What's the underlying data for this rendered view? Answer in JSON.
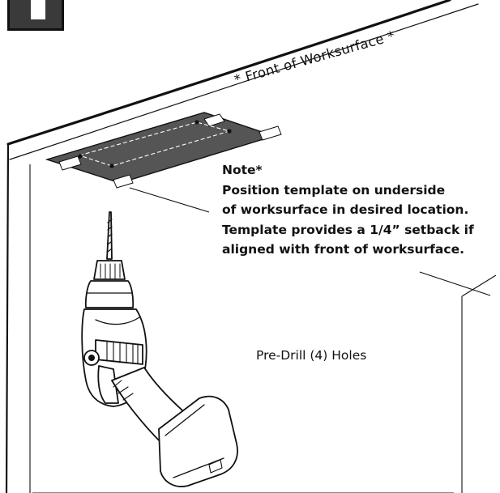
{
  "step_badge": {
    "icon": "step-number-badge"
  },
  "labels": {
    "front_of_worksurface": "* Front of Worksurface *",
    "note_title": "Note*",
    "note_lines": [
      "Position template on underside",
      "of worksurface in desired location.",
      "Template provides a 1/4” setback if",
      "aligned with front of worksurface."
    ],
    "drill_caption": "Pre-Drill (4) Holes"
  },
  "colors": {
    "line": "#111111",
    "template_fill": "#555555",
    "badge_fill": "#3a3a3a"
  }
}
